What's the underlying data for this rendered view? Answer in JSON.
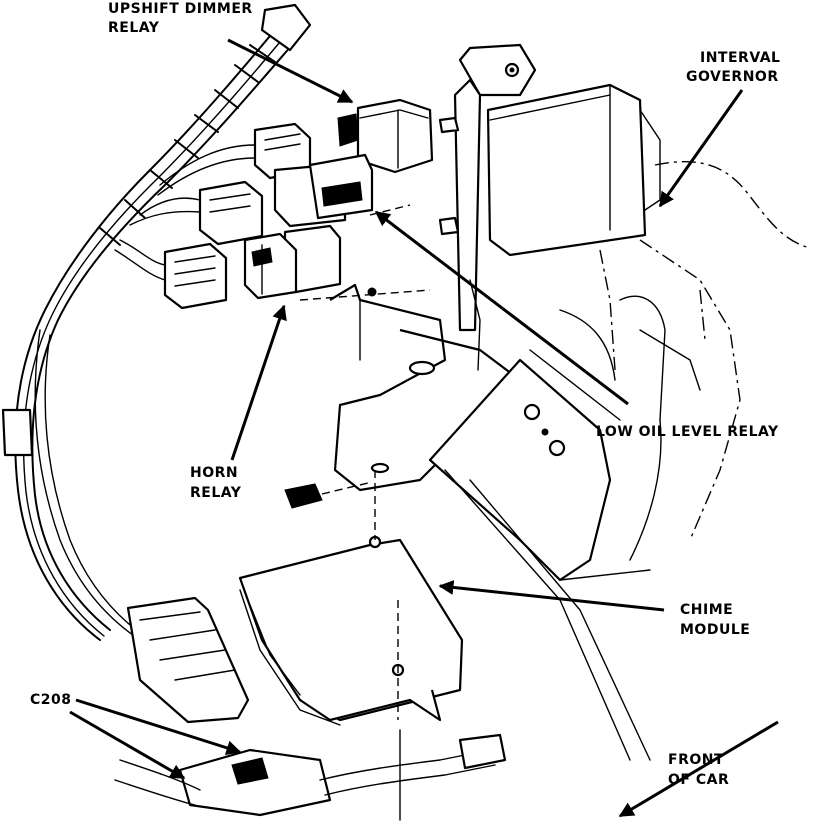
{
  "labels": {
    "upshift_line1": "UPSHIFT DIMMER",
    "upshift_line2": "RELAY",
    "interval_line1": "INTERVAL",
    "interval_line2": "GOVERNOR",
    "low_oil": "LOW OIL LEVEL RELAY",
    "horn_line1": "HORN",
    "horn_line2": "RELAY",
    "chime_line1": "CHIME",
    "chime_line2": "MODULE",
    "connector": "C208",
    "front_line1": "FRONT",
    "front_line2": "OF CAR"
  },
  "colors": {
    "ink": "#000000",
    "paper": "#ffffff"
  }
}
